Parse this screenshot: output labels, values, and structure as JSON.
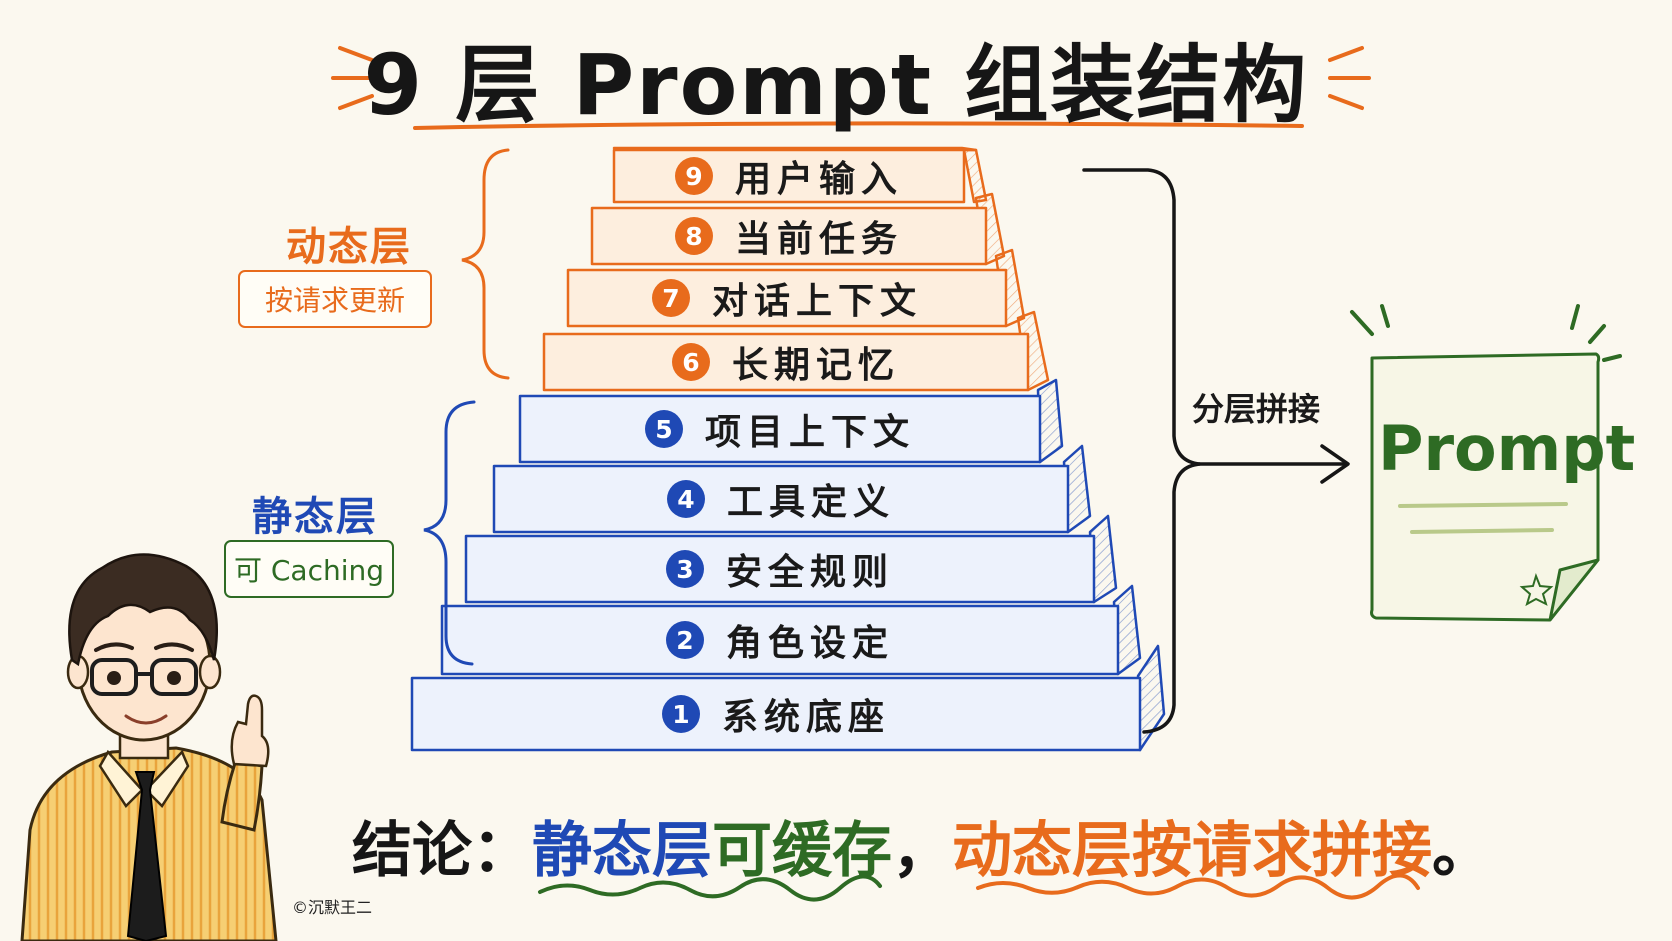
{
  "title": "9 层 Prompt 组装结构",
  "dynamic_group": {
    "title": "动态层",
    "tag": "按请求更新",
    "color": "#e86b1c"
  },
  "static_group": {
    "title": "静态层",
    "tag": "可 Caching",
    "color": "#1f49b5",
    "tag_color": "#2e6b24"
  },
  "layers": [
    {
      "number": "9",
      "label": "用户输入",
      "kind": "dynamic"
    },
    {
      "number": "8",
      "label": "当前任务",
      "kind": "dynamic"
    },
    {
      "number": "7",
      "label": "对话上下文",
      "kind": "dynamic"
    },
    {
      "number": "6",
      "label": "长期记忆",
      "kind": "dynamic"
    },
    {
      "number": "5",
      "label": "项目上下文",
      "kind": "static"
    },
    {
      "number": "4",
      "label": "工具定义",
      "kind": "static"
    },
    {
      "number": "3",
      "label": "安全规则",
      "kind": "static"
    },
    {
      "number": "2",
      "label": "角色设定",
      "kind": "static"
    },
    {
      "number": "1",
      "label": "系统底座",
      "kind": "static"
    }
  ],
  "merge_label": "分层拼接",
  "output": {
    "label": "Prompt"
  },
  "conclusion": {
    "prefix": "结论：",
    "static_part": "静态层",
    "can_part": "可缓存",
    "comma": "，",
    "dynamic_part": "动态层按请求拼接",
    "end": "。"
  },
  "copyright": "©沉默王二",
  "colors": {
    "orange": "#e86b1c",
    "blue": "#1f49b5",
    "green": "#2e6b24",
    "ink": "#161616"
  }
}
